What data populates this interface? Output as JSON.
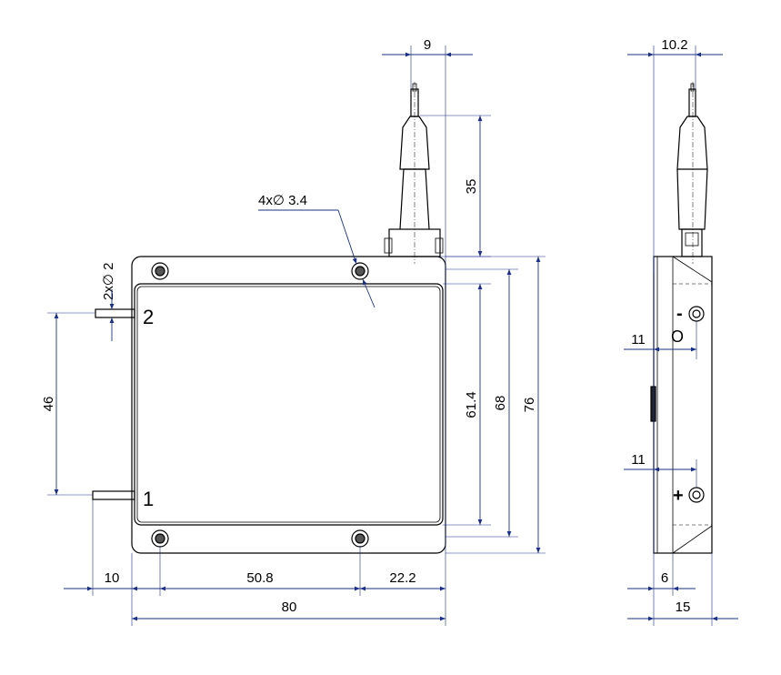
{
  "front_view": {
    "dims": {
      "width_total": "80",
      "hole_spacing_x": "50.8",
      "right_offset": "22.2",
      "pin_offset": "10",
      "pin_spacing": "46",
      "height_total": "76",
      "height_flange": "68",
      "height_body": "61.4",
      "fiber_length": "35",
      "connector_width": "9"
    },
    "hole_callout": "4x∅ 3.4",
    "pin_callout": "2x∅ 2",
    "pin_labels": [
      "1",
      "2"
    ]
  },
  "side_view": {
    "dims": {
      "top_width": "10.2",
      "offset_upper": "11",
      "offset_lower": "11",
      "base_thickness": "6",
      "total_depth": "15"
    },
    "terminal_minus": "-",
    "terminal_plus": "+"
  }
}
